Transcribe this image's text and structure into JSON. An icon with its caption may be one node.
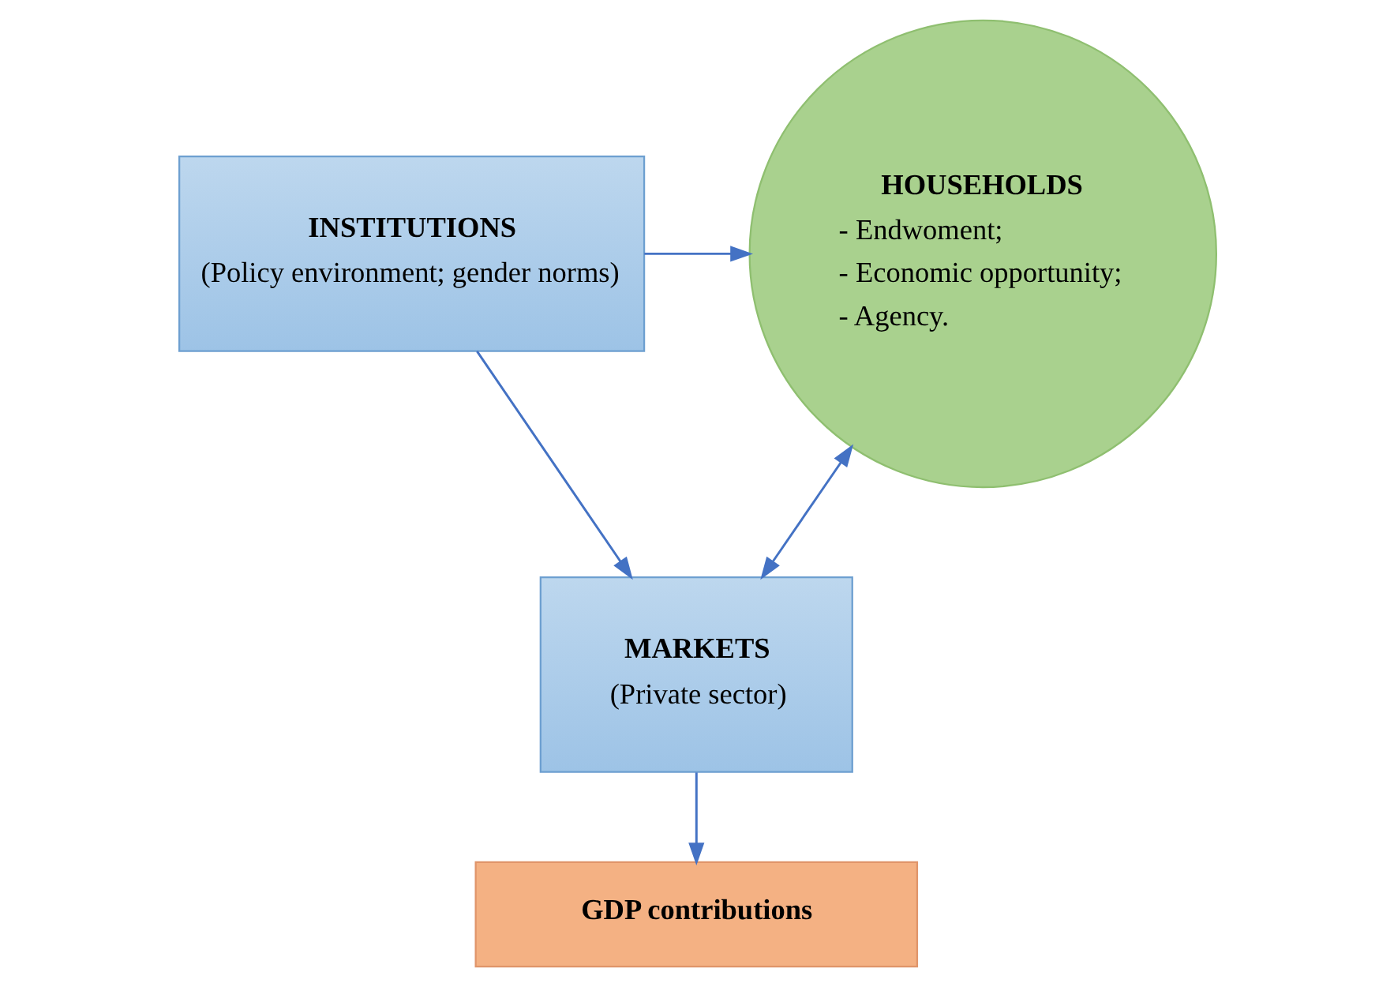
{
  "diagram": {
    "nodes": [
      {
        "text": [
          "INSTITUTIONS",
          "(Policy environment; gender norms)"
        ]
      },
      {
        "text": [
          "HOUSEHOLDS",
          "- Endwoment;",
          "- Economic opportunity;",
          "- Agency."
        ]
      },
      {
        "text": [
          "MARKETS",
          "(Private sector)"
        ]
      },
      {
        "text": [
          "GDP contributions"
        ]
      }
    ],
    "edges": [
      {
        "from": 0,
        "to": 1,
        "arrow": "to"
      },
      {
        "from": 0,
        "to": 2,
        "arrow": "to"
      },
      {
        "from": 2,
        "to": 1,
        "arrow": "both"
      },
      {
        "from": 2,
        "to": 3,
        "arrow": "to"
      }
    ]
  }
}
